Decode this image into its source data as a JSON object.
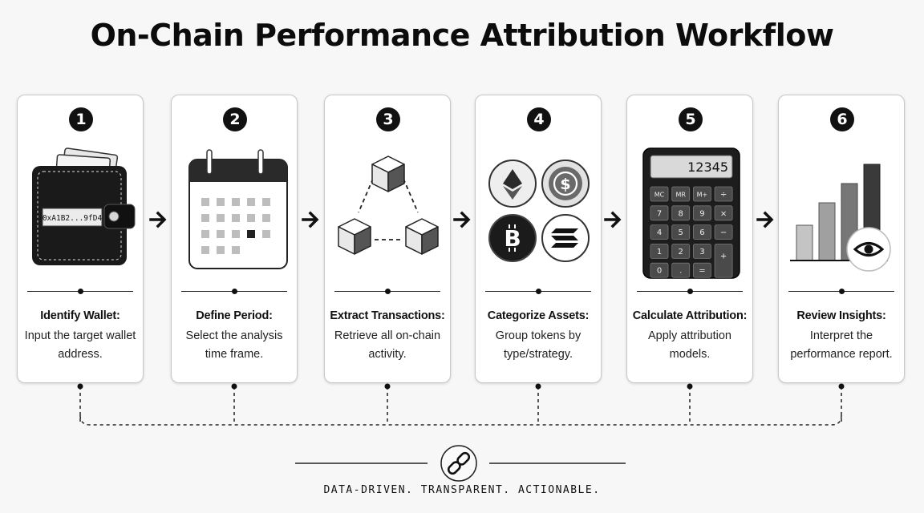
{
  "title": "On-Chain Performance Attribution Workflow",
  "steps": [
    {
      "number": "1",
      "title": "Identify Wallet:",
      "description": "Input the target wallet address.",
      "icon": "wallet-icon",
      "wallet_address": "0xA1B2...9fD4"
    },
    {
      "number": "2",
      "title": "Define Period:",
      "description": "Select the analysis time frame.",
      "icon": "calendar-icon"
    },
    {
      "number": "3",
      "title": "Extract Transactions:",
      "description": "Retrieve all on-chain activity.",
      "icon": "blockchain-icon"
    },
    {
      "number": "4",
      "title": "Categorize Assets:",
      "description": "Group tokens by type/strategy.",
      "icon": "crypto-tokens-icon"
    },
    {
      "number": "5",
      "title": "Calculate Attribution:",
      "description": "Apply attribution models.",
      "icon": "calculator-icon",
      "calculator": {
        "display": "12345",
        "keys": [
          "MC",
          "MR",
          "M+",
          "÷",
          "7",
          "8",
          "9",
          "×",
          "4",
          "5",
          "6",
          "−",
          "1",
          "2",
          "3",
          "+",
          "0",
          ".",
          "="
        ]
      }
    },
    {
      "number": "6",
      "title": "Review Insights:",
      "description": "Interpret the performance report.",
      "icon": "bar-chart-eye-icon"
    }
  ],
  "footer": {
    "icon": "link-icon",
    "tagline": "DATA-DRIVEN. TRANSPARENT. ACTIONABLE."
  }
}
